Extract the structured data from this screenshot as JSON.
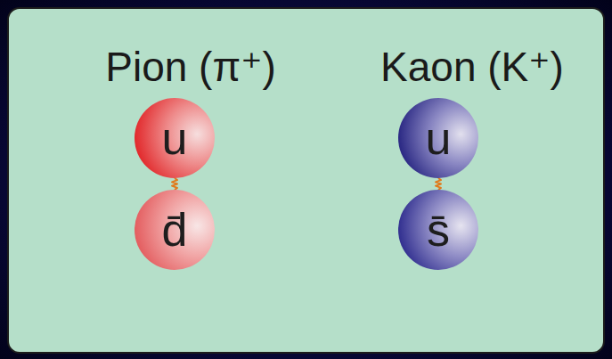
{
  "diagram": {
    "nodes": [
      {
        "text": [
          "u"
        ]
      },
      {
        "text": [
          "d̄"
        ]
      },
      {
        "text": [
          "u"
        ]
      },
      {
        "text": [
          "s̄"
        ]
      }
    ],
    "edges": [
      {
        "from": 0,
        "to": 1,
        "arrow": "none"
      },
      {
        "from": 2,
        "to": 3,
        "arrow": "none"
      }
    ],
    "labels": [
      "Pion (π⁺)",
      "Kaon (K⁺)"
    ]
  }
}
